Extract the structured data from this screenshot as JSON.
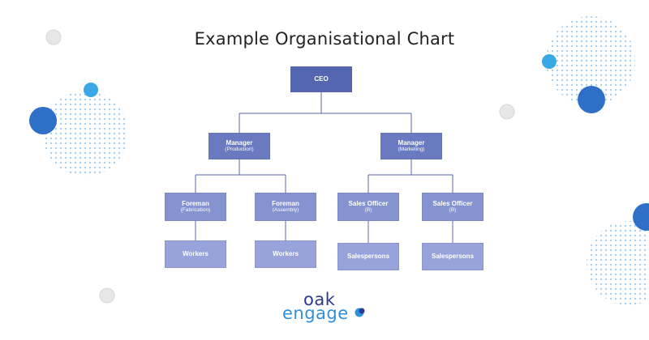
{
  "title": "Example Organisational Chart",
  "org_chart": {
    "ceo": {
      "label": "CEO"
    },
    "managers": [
      {
        "label": "Manager",
        "sub": "(Production)"
      },
      {
        "label": "Manager",
        "sub": "(Marketing)"
      }
    ],
    "supervisors": [
      {
        "label": "Foreman",
        "sub": "(Fabrication)"
      },
      {
        "label": "Foreman",
        "sub": "(Assembly)"
      },
      {
        "label": "Sales Officer",
        "sub": "(B)"
      },
      {
        "label": "Sales Officer",
        "sub": "(B)"
      }
    ],
    "staff": [
      {
        "label": "Workers"
      },
      {
        "label": "Workers"
      },
      {
        "label": "Salespersons"
      },
      {
        "label": "Salespersons"
      }
    ]
  },
  "logo": {
    "line1": "oak",
    "line2": "engage"
  },
  "colors": {
    "level1": "#5566b0",
    "level2": "#6a7ac0",
    "level3": "#8593d0",
    "level4": "#97a3da",
    "connector": "#5866a8",
    "accent_dark": "#2e6fc8",
    "accent_light": "#3aa7e6"
  }
}
